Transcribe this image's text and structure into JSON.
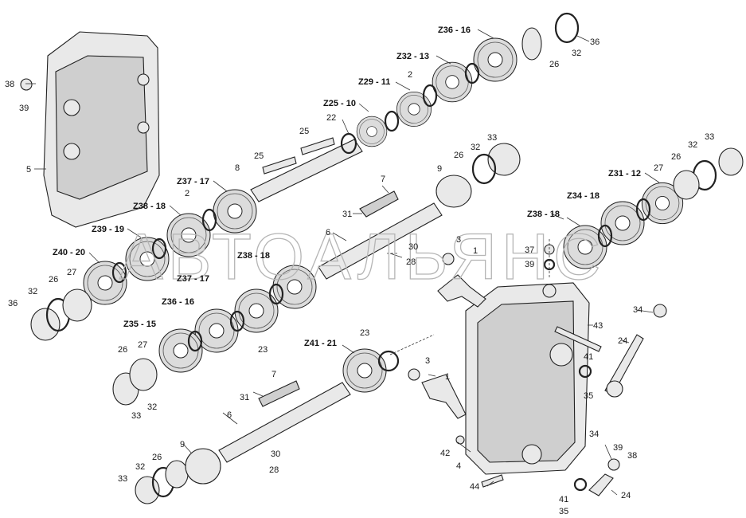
{
  "watermark": "АВТОАЛЬЯНС",
  "callouts": {
    "l38a": "38",
    "l39a": "39",
    "l5": "5",
    "z36_16_top": "Z36 - 16",
    "l36_top": "36",
    "l32_top": "32",
    "l26_top": "26",
    "z32_13": "Z32 - 13",
    "l2_top": "2",
    "z29_11": "Z29 - 11",
    "z25_10": "Z25 - 10",
    "l22": "22",
    "l25a": "25",
    "l25b": "25",
    "l8": "8",
    "z37_17_top": "Z37 - 17",
    "l2_mid": "2",
    "z38_18_left": "Z38 - 18",
    "z39_19": "Z39 - 19",
    "z40_20": "Z40 - 20",
    "l27_left": "27",
    "l26_left": "26",
    "l32_left": "32",
    "l36_left": "36",
    "l7_top": "7",
    "l31_top": "31",
    "l6_top": "6",
    "l30_top": "30",
    "l28_top": "28",
    "l9_top": "9",
    "l26_mid": "26",
    "l32_mid": "32",
    "l33_mid": "33",
    "z38_18_mid": "Z38 - 18",
    "z37_17_mid": "Z37 - 17",
    "z36_16_mid": "Z36 - 16",
    "l23_mid": "23",
    "z35_15": "Z35 - 15",
    "l27_mid": "27",
    "l26_low": "26",
    "l33_low": "33",
    "l32_low": "32",
    "z31_12": "Z31 - 12",
    "l27_right": "27",
    "l26_right": "26",
    "l32_right": "32",
    "l33_right": "33",
    "z34_18": "Z34 - 18",
    "z38_18_right": "Z38 - 18",
    "l3_top": "3",
    "l1_top": "1",
    "l37": "37",
    "l39_right": "39",
    "z41_21": "Z41 - 21",
    "l23_low": "23",
    "l3_low": "3",
    "l1_low": "1",
    "l7_low": "7",
    "l31_low": "31",
    "l6_low": "6",
    "l9_low": "9",
    "l26_bot": "26",
    "l32_bot": "32",
    "l33_bot": "33",
    "l30_low": "30",
    "l28_low": "28",
    "l34_top": "34",
    "l43": "43",
    "l24_top": "24",
    "l41_top": "41",
    "l35_top": "35",
    "l42": "42",
    "l4": "4",
    "l44": "44",
    "l34_low": "34",
    "l39_low": "39",
    "l38_low": "38",
    "l41_low": "41",
    "l24_low": "24",
    "l35_low": "35"
  }
}
